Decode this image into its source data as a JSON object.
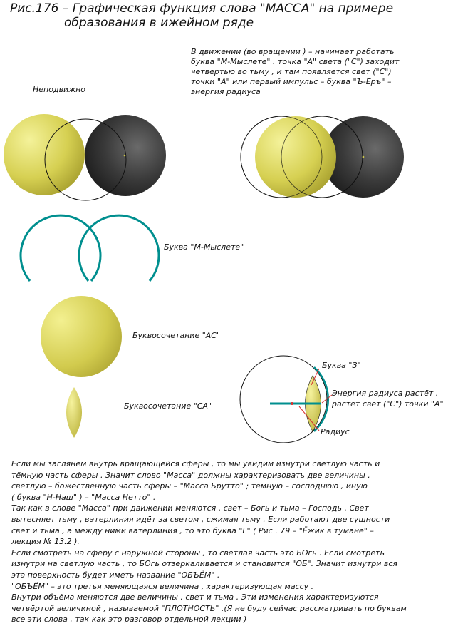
{
  "title": {
    "line1": "Рис.176 – Графическая функция слова \"МАССА\" на примере",
    "line2": "образования в ижейном ряде"
  },
  "motion_note": [
    "В движении (во вращении ) – начинает работать",
    "буква \"М-Мыслете\" . точка \"А\" света (\"С\") заходит",
    "четвертью во тьму , и там появляется свет (\"С\")",
    "точки \"А\" или первый импульс – буква \"Ъ-Еръ\" –",
    "энергия радиуса"
  ],
  "labels": {
    "static": "Неподвижно",
    "letter_m": "Буква \"М-Мыслете\"",
    "combo_as": "Буквосочетание \"АС\"",
    "combo_sa": "Буквосочетание \"СА\"",
    "letter_z": "Буква \"З\"",
    "energy_line1": "Энергия радиуса растёт ,",
    "energy_line2": "растёт свет (\"С\") точки \"А\"",
    "radius": "Радиус"
  },
  "paragraph": [
    "   Если мы заглянем внутрь вращающейся сферы , то мы увидим изнутри светлую часть и",
    "тёмную часть сферы . Значит слово \"Масса\" должны характеризовать две величины .",
    "светлую – божественную часть сферы – \"Масса Брутто\" ; тёмную – господнюю , иную",
    "( буква \"Н-Наш\" ) – \"Масса Нетто\" .",
    "   Так как в слове \"Масса\" при движении меняются . свет – Богь и тьма – Господь . Свет",
    "вытесняет тьму , ватерлиния идёт за светом , сжимая тьму . Если работают две сущности",
    "свет и тьма , а между ними ватерлиния , то это буква \"Г\" ( Рис . 79 – \"Ёжик в тумане\" –",
    "лекция № 13.2 ).",
    "   Если смотреть на сферу с наружной стороны , то светлая часть это БОгь . Если смотреть",
    "изнутри на светлую часть , то БОгь отзеркаливается и становится \"ОБ\". Значит изнутри вся",
    "   эта поверхность будет иметь название \"ОБЪЁМ\" .",
    "   \"ОБЪЁМ\" – это третья меняющаяся величина , характеризующая массу .",
    "   Внутри объёма меняются две величины . свет и тьма . Эти изменения характеризуются",
    "четвёртой величиной , называемой \"ПЛОТНОСТЬ\" .(Я не буду сейчас рассматривать по буквам",
    "все эти слова , так как это разговор отдельной лекции )"
  ],
  "colors": {
    "light_sphere": "#cfc94a",
    "dark_sphere": "#2e2e2e",
    "arc_teal": "#008f8f",
    "accent_red": "#d83030"
  }
}
